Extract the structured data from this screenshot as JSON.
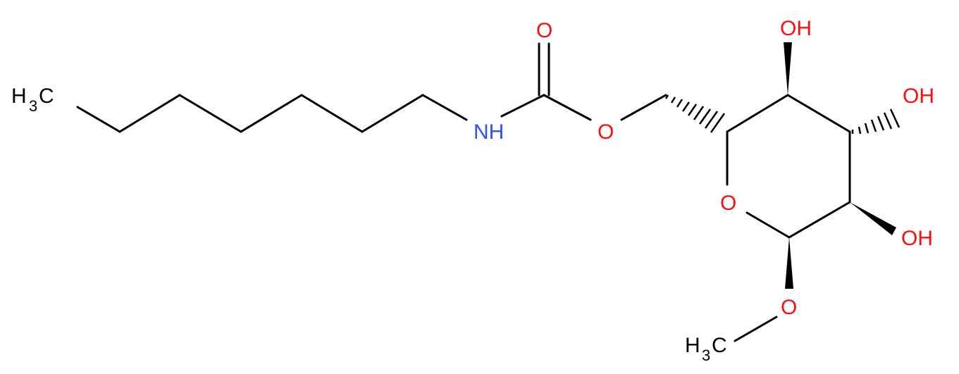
{
  "molecule": {
    "atoms": {
      "ch3_left_h": "H",
      "ch3_left_sub": "3",
      "ch3_left_c": "C",
      "nh": "NH",
      "o_carbonyl": "O",
      "o_ester": "O",
      "o_ring": "O",
      "oh_top": "OH",
      "oh_right": "OH",
      "oh_bottom": "OH",
      "o_methoxy": "O",
      "ch3_bottom_h": "H",
      "ch3_bottom_sub": "3",
      "ch3_bottom_c": "C"
    },
    "colors": {
      "oxygen": "#ff0d0d",
      "nitrogen": "#3050f8",
      "carbon": "#000000",
      "bond": "#000000"
    }
  }
}
